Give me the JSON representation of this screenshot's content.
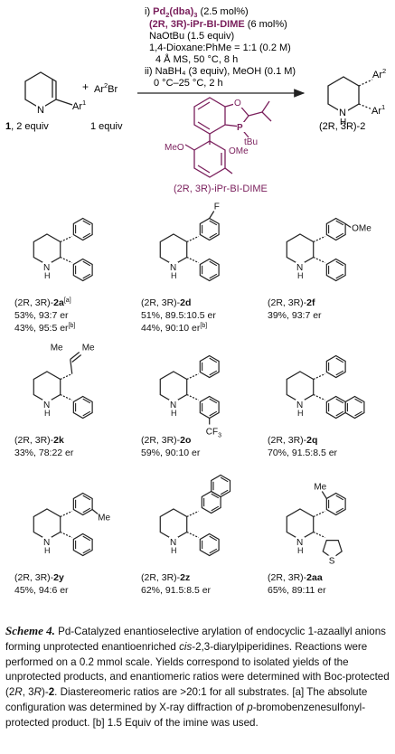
{
  "reaction": {
    "reactant_imine_atoms": {
      "n": "N",
      "ar": "Ar",
      "ar_sup": "1"
    },
    "reactant_imine_label": {
      "num": "1",
      "text": ", 2 equiv"
    },
    "plus": "+",
    "aryl_bromide": {
      "ar": "Ar",
      "sup": "2",
      "br": "Br"
    },
    "aryl_bromide_equiv": "1 equiv",
    "conditions": {
      "step1_prefix": "i) ",
      "pd": "Pd",
      "pd_sub1": "2",
      "pd_mid": "(dba)",
      "pd_sub2": "3",
      "pd_loading": " (2.5 mol%)",
      "ligand_name": "(2R, 3R)-iPr-BI-DIME",
      "ligand_loading": " (6 mol%)",
      "base": "NaOtBu (1.5 equiv)",
      "solvent": "1,4-Dioxane:PhMe = 1:1 (0.2 M)",
      "sieves_temp": "4 Å MS, 50 °C, 8 h",
      "step2": "ii) NaBH₄ (3 equiv), MeOH (0.1 M)",
      "step2_temp": "0 °C–25 °C, 2 h"
    },
    "ligand_atoms": {
      "o": "O",
      "p": "P",
      "tbu": "tBu",
      "meo": "MeO",
      "ome": "OMe"
    },
    "ligand_caption": "(2R, 3R)-iPr-BI-DIME",
    "product_atoms": {
      "nh_n": "N",
      "nh_h": "H",
      "ar2": "Ar",
      "ar2_sup": "2",
      "ar1": "Ar",
      "ar1_sup": "1"
    },
    "product_label": "(2R, 3R)-2"
  },
  "products": [
    {
      "id": "2a",
      "stereo": "(2R, 3R)-",
      "num": "2a",
      "sup": "[a]",
      "line1": "53%, 93:7 er",
      "line2": "43%, 95:5 er",
      "line2_sup": "[b]"
    },
    {
      "id": "2d",
      "stereo": "(2R, 3R)-",
      "num": "2d",
      "sup": "",
      "line1": "51%, 89.5:10.5 er",
      "line2": "44%, 90:10 er",
      "line2_sup": "[b]",
      "substituent": "F"
    },
    {
      "id": "2f",
      "stereo": "(2R, 3R)-",
      "num": "2f",
      "sup": "",
      "line1": "39%, 93:7 er",
      "line2": "",
      "line2_sup": "",
      "substituent": "OMe"
    },
    {
      "id": "2k",
      "stereo": "(2R, 3R)-",
      "num": "2k",
      "sup": "",
      "line1": "33%, 78:22 er",
      "line2": "",
      "line2_sup": "",
      "substituent_left": "Me",
      "substituent_right": "Me"
    },
    {
      "id": "2o",
      "stereo": "(2R, 3R)-",
      "num": "2o",
      "sup": "",
      "line1": "59%, 90:10 er",
      "line2": "",
      "line2_sup": "",
      "substituent": "CF",
      "substituent_sub": "3"
    },
    {
      "id": "2q",
      "stereo": "(2R, 3R)-",
      "num": "2q",
      "sup": "",
      "line1": "70%, 91.5:8.5 er",
      "line2": "",
      "line2_sup": ""
    },
    {
      "id": "2y",
      "stereo": "(2R, 3R)-",
      "num": "2y",
      "sup": "",
      "line1": "45%, 94:6 er",
      "line2": "",
      "line2_sup": "",
      "substituent": "Me"
    },
    {
      "id": "2z",
      "stereo": "(2R, 3R)-",
      "num": "2z",
      "sup": "",
      "line1": "62%, 91.5:8.5 er",
      "line2": "",
      "line2_sup": ""
    },
    {
      "id": "2aa",
      "stereo": "(2R, 3R)-",
      "num": "2aa",
      "sup": "",
      "line1": "65%, 89:11 er",
      "line2": "",
      "line2_sup": "",
      "substituent": "Me",
      "hetero": "S"
    }
  ],
  "common_atoms": {
    "n": "N",
    "h": "H"
  },
  "caption": {
    "label": "Scheme 4.",
    "p1": " Pd-Catalyzed enantioselective arylation of endocyclic 1-azaallyl anions forming unprotected enantioenriched ",
    "cis": "cis",
    "p2": "-2,3-diarylpiperidines. Reactions were performed on a 0.2 mmol scale. Yields correspond to isolated yields of the unprotected products, and enantiomeric ratios were determined with Boc-protected (2",
    "r1": "R",
    "p3": ", 3",
    "r2": "R",
    "p4": ")-",
    "bold2": "2",
    "p5": ". Diastereomeric ratios are >20:1 for all substrates. [a] The absolute configuration was determined by X-ray diffraction of ",
    "pital": "p",
    "p6": "-bromobenzenesulfonyl-protected product. [b] 1.5 Equiv of the imine was used."
  },
  "colors": {
    "ligand": "#7a1f5c",
    "text": "#111111",
    "structure": "#222222"
  }
}
